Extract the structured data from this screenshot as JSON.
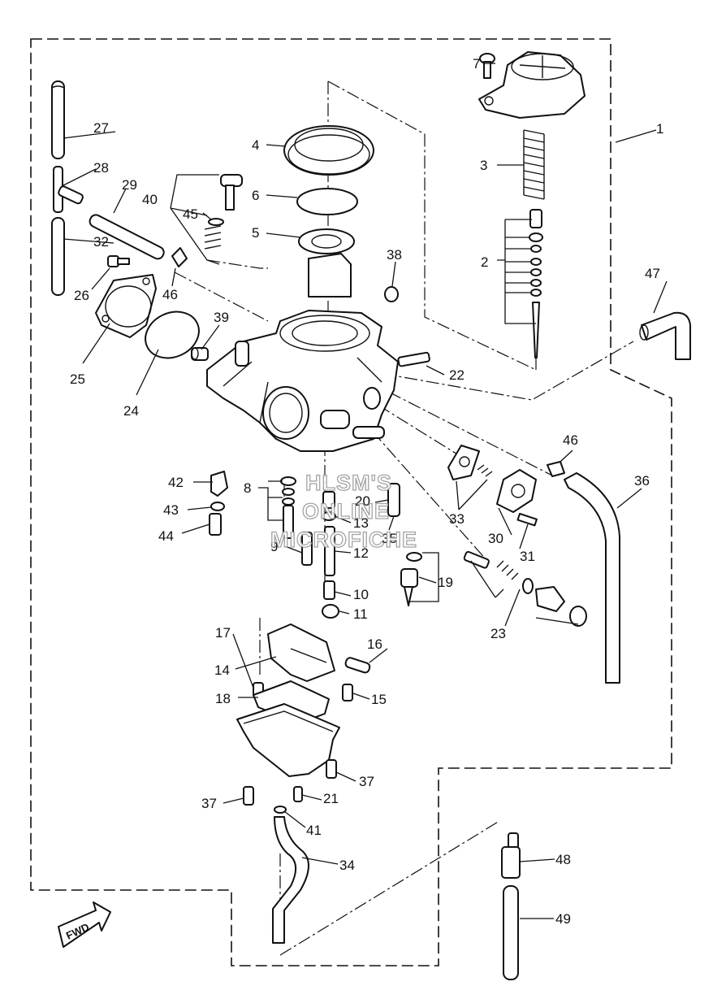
{
  "callouts": [
    "1",
    "2",
    "3",
    "4",
    "5",
    "6",
    "7",
    "8",
    "9",
    "10",
    "11",
    "12",
    "13",
    "14",
    "15",
    "16",
    "17",
    "18",
    "19",
    "20",
    "21",
    "22",
    "23",
    "24",
    "25",
    "26",
    "27",
    "28",
    "29",
    "30",
    "31",
    "32",
    "33",
    "34",
    "35",
    "36",
    "37",
    "37",
    "38",
    "39",
    "40",
    "41",
    "42",
    "43",
    "44",
    "45",
    "46",
    "46",
    "47",
    "48",
    "49"
  ],
  "watermark": [
    "HLSM'S",
    "ONLINE",
    "MICROFICHE"
  ],
  "fwd_label": "FWD"
}
